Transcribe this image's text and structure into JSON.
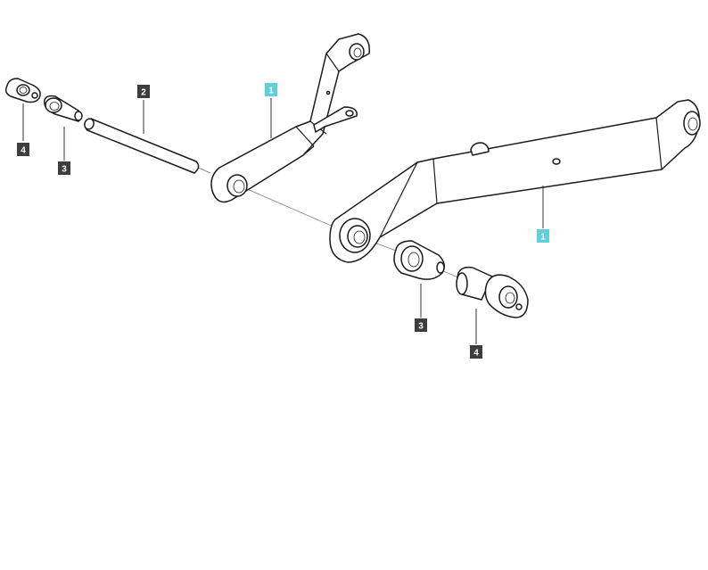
{
  "colors": {
    "callout_dark": "#3d3d3d",
    "callout_highlight": "#5fcfd8",
    "outline": "#1a1a1a"
  },
  "callouts": [
    {
      "id": "c2",
      "label": "2",
      "style": "dark"
    },
    {
      "id": "c1a",
      "label": "1",
      "style": "highlight"
    },
    {
      "id": "c4a",
      "label": "4",
      "style": "dark"
    },
    {
      "id": "c3a",
      "label": "3",
      "style": "dark"
    },
    {
      "id": "c1b",
      "label": "1",
      "style": "highlight"
    },
    {
      "id": "c3b",
      "label": "3",
      "style": "dark"
    },
    {
      "id": "c4b",
      "label": "4",
      "style": "dark"
    }
  ]
}
